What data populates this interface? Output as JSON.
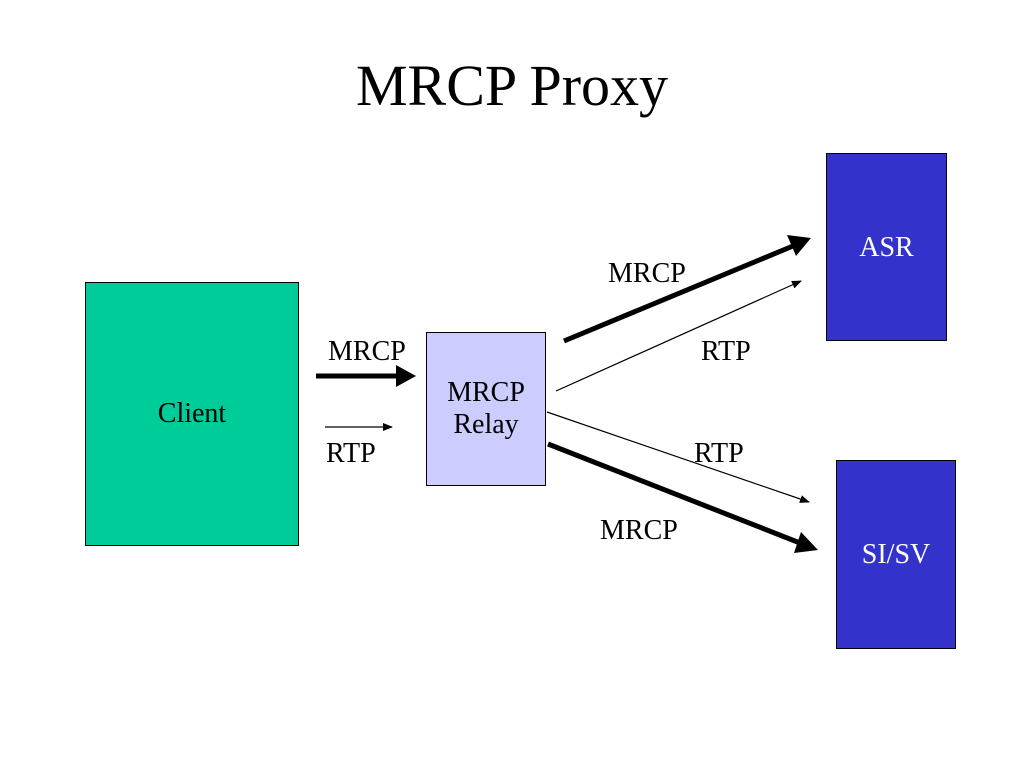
{
  "title": "MRCP Proxy",
  "nodes": {
    "client": {
      "label": "Client",
      "color": "#00CC99"
    },
    "relay": {
      "label_line1": "MRCP",
      "label_line2": "Relay",
      "color": "#CCCCFF"
    },
    "asr": {
      "label": "ASR",
      "color": "#3333CC"
    },
    "sisv": {
      "label": "SI/SV",
      "color": "#3333CC"
    }
  },
  "edge_labels": {
    "client_mrcp": "MRCP",
    "client_rtp": "RTP",
    "asr_mrcp": "MRCP",
    "asr_rtp": "RTP",
    "sisv_rtp": "RTP",
    "sisv_mrcp": "MRCP"
  }
}
